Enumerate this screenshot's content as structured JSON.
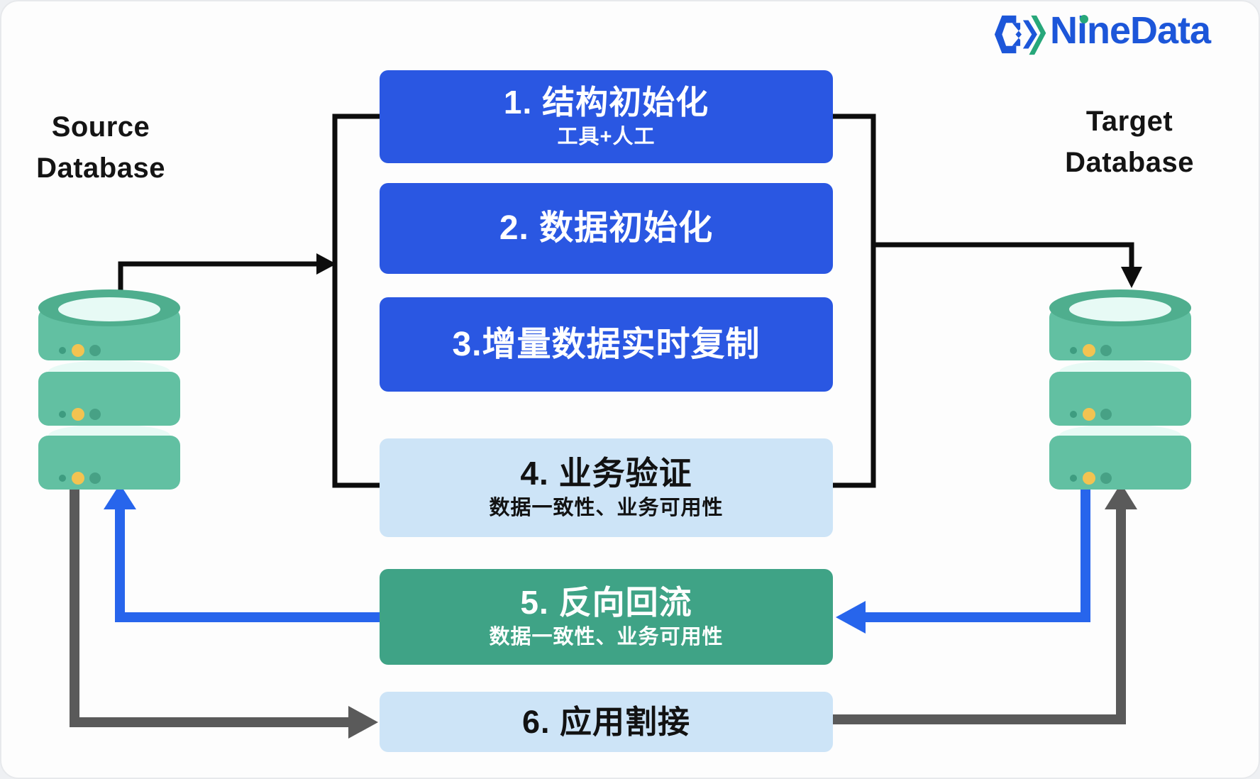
{
  "logo": {
    "text": "NineData",
    "icon": "ninedata-logo-icon"
  },
  "source_label": "Source\nDatabase",
  "target_label": "Target\nDatabase",
  "steps": [
    {
      "title": "1. 结构初始化",
      "subtitle": "工具+人工"
    },
    {
      "title": "2. 数据初始化"
    },
    {
      "title": "3.增量数据实时复制"
    },
    {
      "title": "4. 业务验证",
      "subtitle": "数据一致性、业务可用性"
    },
    {
      "title": "5. 反向回流",
      "subtitle": "数据一致性、业务可用性"
    },
    {
      "title": "6. 应用割接"
    }
  ],
  "icons": {
    "source": "database-icon",
    "target": "database-icon"
  },
  "colors": {
    "step_blue": "#2a57e2",
    "step_light_blue": "#cde4f7",
    "step_green": "#3fa386",
    "arrow_black": "#0d0d0d",
    "arrow_blue": "#2765ec",
    "arrow_gray": "#5a5a5a",
    "database_green": "#62c0a2",
    "logo_blue": "#1c56d9",
    "logo_green": "#27a77a"
  }
}
